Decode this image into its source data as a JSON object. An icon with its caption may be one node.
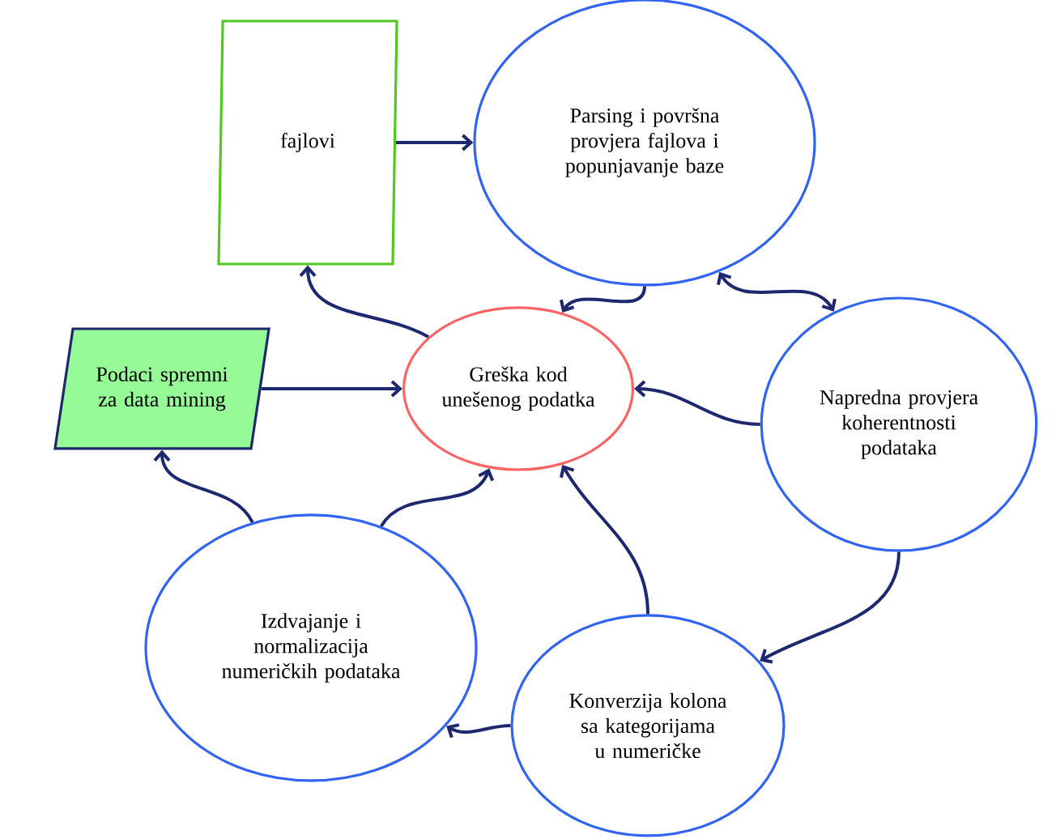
{
  "diagram": {
    "nodes": [
      {
        "text": [
          "fajlovi"
        ]
      },
      {
        "text": [
          "Parsing i površna provjera fajlova i popunjavanje baze"
        ]
      },
      {
        "text": [
          "Podaci spremni za data mining"
        ]
      },
      {
        "text": [
          "Greška kod unešenog podatka"
        ]
      },
      {
        "text": [
          "Napredna provjera koherentnosti podataka"
        ]
      },
      {
        "text": [
          "Izdvajanje i normalizacija numeričkih podataka"
        ]
      },
      {
        "text": [
          "Konverzija kolona sa kategorijama u numeričke"
        ]
      }
    ],
    "edges": [
      {
        "from": 0,
        "to": 1,
        "arrow": "to"
      },
      {
        "from": 3,
        "to": 0,
        "arrow": "to"
      },
      {
        "from": 2,
        "to": 3,
        "arrow": "to"
      },
      {
        "from": 1,
        "to": 3,
        "arrow": "to"
      },
      {
        "from": 1,
        "to": 4,
        "arrow": "both"
      },
      {
        "from": 4,
        "to": 3,
        "arrow": "to"
      },
      {
        "from": 4,
        "to": 6,
        "arrow": "to"
      },
      {
        "from": 6,
        "to": 3,
        "arrow": "to"
      },
      {
        "from": 6,
        "to": 5,
        "arrow": "to"
      },
      {
        "from": 5,
        "to": 2,
        "arrow": "to"
      },
      {
        "from": 5,
        "to": 3,
        "arrow": "to"
      }
    ]
  }
}
